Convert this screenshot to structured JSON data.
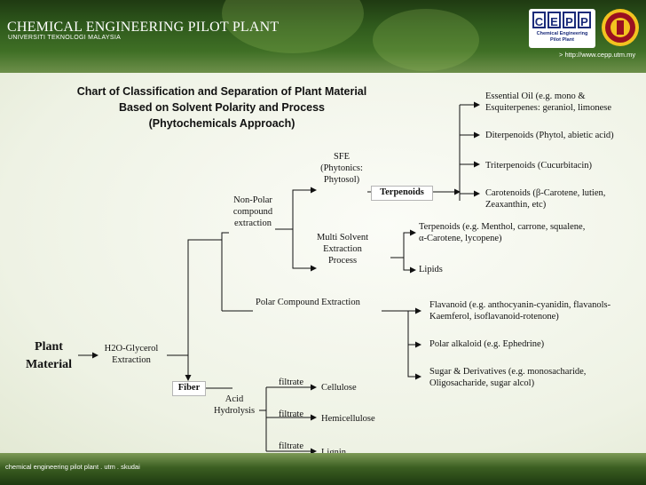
{
  "header": {
    "brand_name": "CHEMICAL ENGINEERING PILOT PLANT",
    "brand_sub": "UNIVERSITI TEKNOLOGI MALAYSIA",
    "logo_letters": [
      "C",
      "E",
      "P",
      "P"
    ],
    "logo_sub_1": "Chemical Engineering",
    "logo_sub_2": "Pilot Plant",
    "url": "> http://www.cepp.utm.my"
  },
  "footer": {
    "text": "chemical engineering pilot plant . utm . skudai"
  },
  "diagram": {
    "title_1": "Chart of Classification and Separation of Plant Material",
    "title_2": "Based on Solvent Polarity and Process",
    "title_3": "(Phytochemicals Approach)",
    "plant_1": "Plant",
    "plant_2": "Material",
    "h2o_1": "H2O-Glycerol",
    "h2o_2": "Extraction",
    "fiber": "Fiber",
    "acid_1": "Acid",
    "acid_2": "Hydrolysis",
    "filtrate": "filtrate",
    "cellulose": "Cellulose",
    "hemicellulose": "Hemicellulose",
    "lignin": "Lignin",
    "nonpolar_1": "Non-Polar",
    "nonpolar_2": "compound",
    "nonpolar_3": "extraction",
    "sfe_1": "SFE",
    "sfe_2": "(Phytonics:",
    "sfe_3": "Phytosol)",
    "terpenoids": "Terpenoids",
    "multi_1": "Multi Solvent",
    "multi_2": "Extraction",
    "multi_3": "Process",
    "polar": "Polar Compound Extraction",
    "essential_1": "Essential Oil (e.g. mono &",
    "essential_2": "Esquiterpenes: geraniol, limonese",
    "diterpenoids": "Diterpenoids (Phytol, abietic acid)",
    "triterpenoids": "Triterpenoids (Cucurbitacin)",
    "carotenoids_1": "Carotenoids (β-Carotene, lutien,",
    "carotenoids_2": "Zeaxanthin, etc)",
    "terp_eg_1": "Terpenoids (e.g. Menthol, carrone, squalene,",
    "terp_eg_2": "α-Carotene, lycopene)",
    "lipids": "Lipids",
    "flavanoid_1": "Flavanoid (e.g. anthocyanin-cyanidin, flavanols-",
    "flavanoid_2": "Kaemferol, isoflavanoid-rotenone)",
    "alkaloid": "Polar alkaloid (e.g. Ephedrine)",
    "sugar_1": "Sugar & Derivatives (e.g. monosacharide,",
    "sugar_2": "Oligosacharide, sugar alcol)"
  }
}
